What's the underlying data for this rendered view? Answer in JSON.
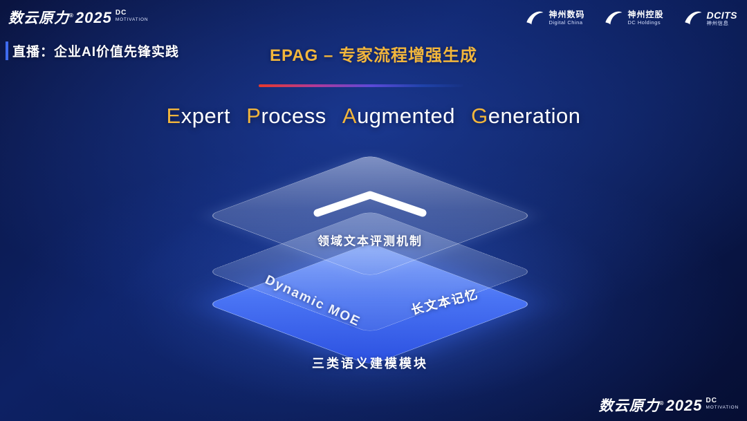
{
  "slide": {
    "brand": {
      "name": "数云原力",
      "reg": "®",
      "year": "2025",
      "sub_line1": "DC",
      "sub_line2": "MOTIVATION"
    },
    "live_label": "直播：企业AI价值先锋实践",
    "title": "EPAG – 专家流程增强生成",
    "logos": [
      {
        "line1": "神州数码",
        "line2": "Digital China"
      },
      {
        "line1": "神州控股",
        "line2": "DC Holdings"
      },
      {
        "line1": "DCITS",
        "line2": "神州信息"
      }
    ],
    "hero": {
      "words": [
        {
          "initial": "E",
          "rest": "xpert"
        },
        {
          "initial": "P",
          "rest": "rocess"
        },
        {
          "initial": "A",
          "rest": "ugmented"
        },
        {
          "initial": "G",
          "rest": "eneration"
        }
      ]
    },
    "diagram": {
      "top_label": "领域文本评测机制",
      "middle_label_left": "Dynamic MOE",
      "middle_label_right": "长文本记忆",
      "bottom_label": "三类语义建模模块"
    },
    "colors": {
      "accent_gold": "#f2b63c",
      "accent_red": "#e8392b",
      "accent_blue": "#3f6bf0",
      "bottom_layer_blue": "#3d67ee",
      "background_navy": "#0b1c55"
    }
  }
}
